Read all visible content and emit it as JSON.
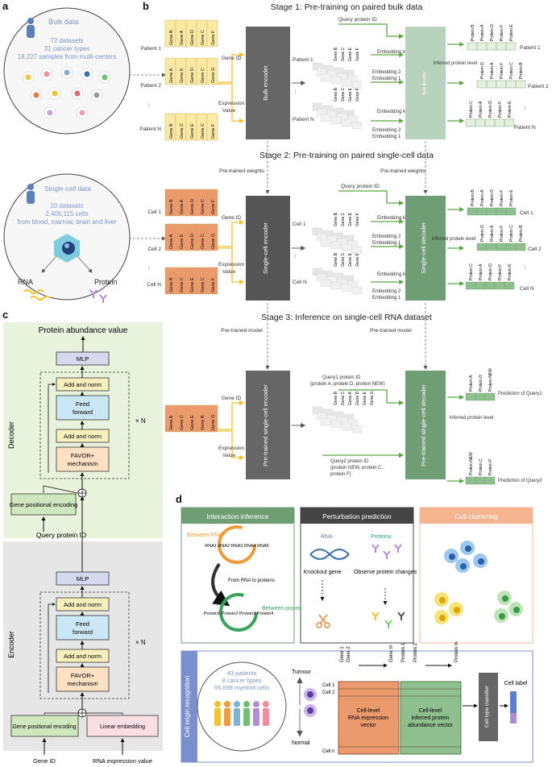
{
  "panel_a": {
    "letter": "a",
    "bulk": {
      "title": "Bulk data",
      "line1": "72 datasets",
      "line2": "31 cancer types",
      "line3": "18,227 samples from multi-centers"
    },
    "single_cell": {
      "title": "Single-cell data",
      "line1": "10 datasets",
      "line2": "2,405,115 cells",
      "line3": "from blood, marrow, brain and liver",
      "rna": "RNA",
      "protein": "Protein"
    }
  },
  "panel_b": {
    "letter": "b",
    "stage1": {
      "title": "Stage 1: Pre-training on paired bulk data",
      "patients": [
        "Patient 1",
        "Patient 2",
        "⋮",
        "Patient N"
      ],
      "genes_row1": [
        "Gene B",
        "Gene A",
        "Gene D",
        "Gene C",
        "Gene F"
      ],
      "genes_row2": [
        "Gene A",
        "Gene E",
        "Gene D",
        "Gene C",
        "Gene G"
      ],
      "genes_rowN": [
        "Gene B",
        "Gene C",
        "Gene E",
        "Gene C",
        "Gene F"
      ],
      "gene_id": "Gene ID",
      "expression": "Expression",
      "value": "Value",
      "encoder": "Bulk encoder",
      "decoder": "Bulk decoder",
      "query": "Query protein ID",
      "embed_k": "Embedding k",
      "embed_2": "Embedding 2",
      "embed_1": "Embedding 1",
      "emb_genes": [
        "Gene B",
        "Gene C",
        "Gene E",
        "Gene F"
      ],
      "inferred": "Inferred protein level",
      "proteins_p1": [
        "Protein B",
        "Protein A",
        "Protein D",
        "Protein F",
        "Protein E"
      ],
      "proteins_p2": [
        "Protein D",
        "Protein A",
        "Protein F",
        "Protein C",
        "Protein B"
      ],
      "proteins_pN": [
        "Protein C",
        "Protein A",
        "Protein D",
        "Protein F",
        "Protein E"
      ]
    },
    "stage2": {
      "title": "Stage 2: Pre-training on paired single-cell data",
      "pretrained_weights": "Pre-trained weights",
      "cells": [
        "Cell 1",
        "Cell 2",
        "⋮",
        "Cell N"
      ],
      "encoder": "Single-cell encoder",
      "decoder": "Single-cell decoder",
      "inferred": "Inferred protein level"
    },
    "stage3": {
      "title": "Stage 3: Inference on single-cell RNA dataset",
      "pretrained_model": "Pre-trained model",
      "query1": "Query1 protein ID",
      "query1_list": "(protein A, protein D, protein NEW)",
      "query2": "Query2 protein ID",
      "query2_list": "(protein NEW, protein C,",
      "query2_list2": "protein F)",
      "encoder": "Pre-trained single-cell encoder",
      "decoder": "Pre-trained single-cell decoder",
      "prediction1": "Prediction of Query1",
      "prediction2": "Prediction of Query2",
      "inferred": "Inferred protein level",
      "q1_proteins": [
        "Protein A",
        "Protein D",
        "Protein NEW"
      ],
      "q2_proteins": [
        "Protein NEW",
        "Protein C",
        "Protein F"
      ]
    }
  },
  "panel_c": {
    "letter": "c",
    "output": "Protein abundance value",
    "mlp": "MLP",
    "add_norm": "Add and norm",
    "feed_forward": "Feed forward",
    "favor": "FAVOR+ mechanism",
    "times_n": "× N",
    "decoder_label": "Decoder",
    "encoder_label": "Encoder",
    "gene_pos": "Gene positional encoding",
    "query_id": "Query protein ID",
    "linear": "Linear embedding",
    "gene_id": "Gene ID",
    "rna_value": "RNA expression value"
  },
  "panel_d": {
    "letter": "d",
    "interaction": {
      "title": "Interaction inference",
      "between_rna": "Between RNA",
      "rnas": "RNA1 RNA2 RNA3 RNA4 RNA5",
      "from_to": "From RNA to proteins",
      "between_proteins": "Between proteins",
      "proteins": "Protein1 Protein2 Protein3 Protein4"
    },
    "perturbation": {
      "title": "Perturbation prediction",
      "rna": "RNA",
      "proteins": "Proteins",
      "knockout": "Knockout gene",
      "observe": "Observe protein changes"
    },
    "clustering": {
      "title": "Cell clustering"
    },
    "origin": {
      "side_title": "Cell origin recognition",
      "line1": "43 patients",
      "line2": "8 cancer types",
      "line3": "65,698 myeloid cells",
      "tumour": "Tumour",
      "normal": "Normal",
      "gene1": "Gene 1",
      "gene2": "Gene 2",
      "gene_m": "Gene m",
      "protein1": "Protein 1",
      "protein2": "Protein 2",
      "protein_m": "Protein m",
      "cell1": "Cell 1",
      "cell2": "Cell 2",
      "celln": "Cell n",
      "rna_vec": "Cell-level RNA expression vector",
      "prot_vec": "Cell-level inferred protein abundance vector",
      "classifier": "Cell type classifier",
      "cell_label": "Cell label"
    }
  },
  "colors": {
    "bulk_yellow": "#fbe9a6",
    "sc_orange": "#eb9a6e",
    "encoder_grey": "#666666",
    "decoder_green": "#6f9e74",
    "decoder_light": "#b7d3bd",
    "arrow_green": "#5aa845",
    "arrow_yellow": "#f2c12e",
    "decoder_bg": "#e8f2dc",
    "encoder_bg": "#e6e6e6",
    "mlp": "#d6d9ee",
    "add_norm": "#f7f0bd",
    "feed_forward": "#cbe7f5",
    "favor": "#fde1c2",
    "gene_pos": "#cfe6bf",
    "linear": "#fbdde4",
    "interaction_head": "#6f9e74",
    "perturbation_head": "#444444",
    "clustering_head": "#f3b48f",
    "origin_side": "#7b8fcf"
  }
}
